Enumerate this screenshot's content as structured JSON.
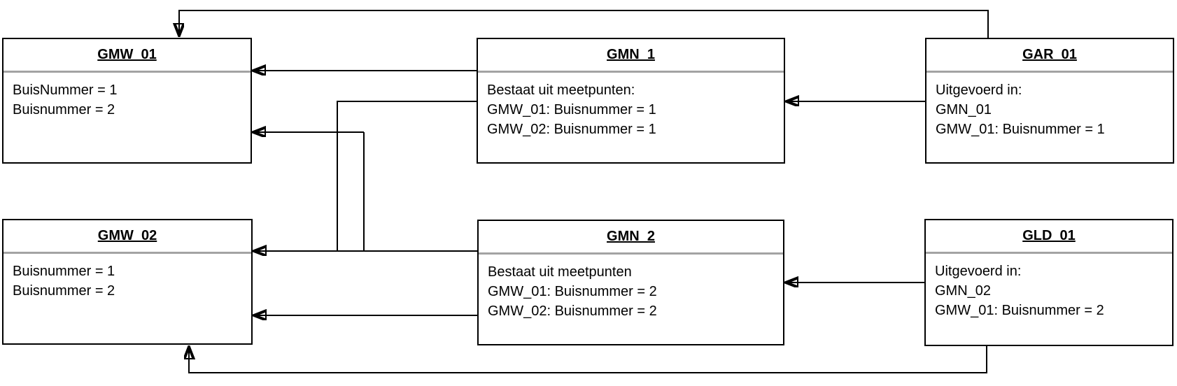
{
  "diagram": {
    "colors": {
      "background": "#ffffff",
      "line": "#000000",
      "divider": "#a3a3a3",
      "text": "#000000"
    },
    "boxes": [
      {
        "id": "GMW_01",
        "title": "GMW_01",
        "lines": [
          "BuisNummer = 1",
          "Buisnummer = 2"
        ]
      },
      {
        "id": "GMN_1",
        "title": "GMN_1",
        "lines": [
          "Bestaat uit meetpunten:",
          "GMW_01: Buisnummer = 1",
          "GMW_02: Buisnummer = 1"
        ]
      },
      {
        "id": "GAR_01",
        "title": "GAR_01",
        "lines": [
          "Uitgevoerd in:",
          "GMN_01",
          "GMW_01: Buisnummer = 1"
        ]
      },
      {
        "id": "GMW_02",
        "title": "GMW_02",
        "lines": [
          "Buisnummer = 1",
          "Buisnummer = 2"
        ]
      },
      {
        "id": "GMN_2",
        "title": "GMN_2",
        "lines": [
          "Bestaat uit meetpunten",
          "GMW_01: Buisnummer = 2",
          "GMW_02: Buisnummer = 2"
        ]
      },
      {
        "id": "GLD_01",
        "title": "GLD_01",
        "lines": [
          "Uitgevoerd in:",
          "GMN_02",
          "GMW_01: Buisnummer = 2"
        ]
      }
    ],
    "connections": [
      {
        "from": "GAR_01",
        "to": "GMW_01",
        "route": "over-the-top",
        "arrow": "into GMW_01 top edge"
      },
      {
        "from": "GMN_1",
        "to": "GMW_01",
        "route": "direct",
        "arrow": "into GMW_01 right edge"
      },
      {
        "from": "GMN_1",
        "to": "GMW_02",
        "route": "staircase-down",
        "arrow": "into GMW_02 right edge"
      },
      {
        "from": "GMN_2",
        "to": "GMW_01",
        "route": "staircase-up",
        "arrow": "into GMW_01 right edge"
      },
      {
        "from": "GMN_2",
        "to": "GMW_02",
        "route": "direct",
        "arrow": "into GMW_02 right edge"
      },
      {
        "from": "GAR_01",
        "to": "GMN_1",
        "route": "direct",
        "arrow": "into GMN_1 right edge"
      },
      {
        "from": "GLD_01",
        "to": "GMN_2",
        "route": "direct",
        "arrow": "into GMN_2 right edge"
      },
      {
        "from": "GLD_01",
        "to": "GMW_02",
        "route": "under-the-bottom",
        "arrow": "into GMW_02 bottom edge"
      }
    ]
  }
}
